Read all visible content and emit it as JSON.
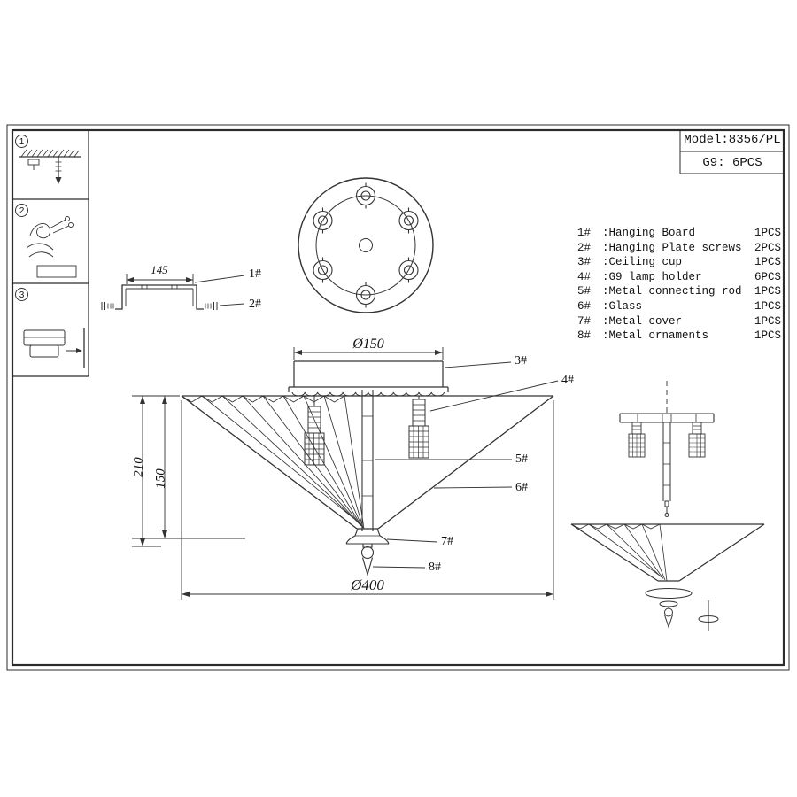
{
  "title_block": {
    "model": "Model:8356/PL",
    "lamp_spec": "G9: 6PCS"
  },
  "parts_list": [
    {
      "num": "1#",
      "name": ":Hanging Board",
      "qty": "1PCS"
    },
    {
      "num": "2#",
      "name": ":Hanging Plate screws",
      "qty": "2PCS"
    },
    {
      "num": "3#",
      "name": ":Ceiling cup",
      "qty": "1PCS"
    },
    {
      "num": "4#",
      "name": ":G9 lamp holder",
      "qty": "6PCS"
    },
    {
      "num": "5#",
      "name": ":Metal connecting rod",
      "qty": "1PCS"
    },
    {
      "num": "6#",
      "name": ":Glass",
      "qty": "1PCS"
    },
    {
      "num": "7#",
      "name": ":Metal cover",
      "qty": "1PCS"
    },
    {
      "num": "8#",
      "name": ":Metal ornaments",
      "qty": "1PCS"
    }
  ],
  "steps": {
    "step1": "1",
    "step2": "2",
    "step3": "3"
  },
  "callouts": {
    "c1": "1#",
    "c2": "2#",
    "c3": "3#",
    "c4": "4#",
    "c5": "5#",
    "c6": "6#",
    "c7": "7#",
    "c8": "8#"
  },
  "dimensions": {
    "bracket_width": "145",
    "canopy_diameter": "Ø150",
    "shade_diameter": "Ø400",
    "total_height": "210",
    "glass_height": "150"
  }
}
